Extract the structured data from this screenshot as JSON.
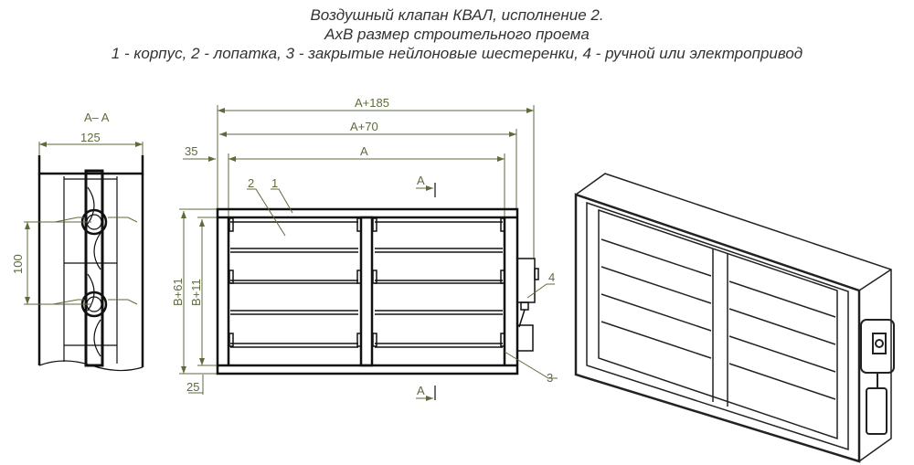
{
  "title": {
    "line1": "Воздушный клапан КВАЛ, исполнение 2.",
    "line2": "АхВ размер строительного проема",
    "line3": "1 - корпус, 2 - лопатка, 3 - закрытые нейлоновые шестеренки, 4 - ручной или электропривод"
  },
  "section_view": {
    "label": "A– A",
    "width_dim": "125",
    "pitch_dim": "100"
  },
  "front_view": {
    "dim_total": "A+185",
    "dim_frame": "A+70",
    "dim_opening": "A",
    "dim_offset": "35",
    "dim_height_total": "B+61",
    "dim_height_inner": "B+11",
    "dim_bottom": "25",
    "section_mark_top": "A",
    "section_mark_bottom": "A",
    "callouts": [
      "1",
      "2",
      "3",
      "4"
    ]
  },
  "colors": {
    "dimension": "#5d6b3c",
    "outline": "#111111",
    "title": "#333333"
  }
}
